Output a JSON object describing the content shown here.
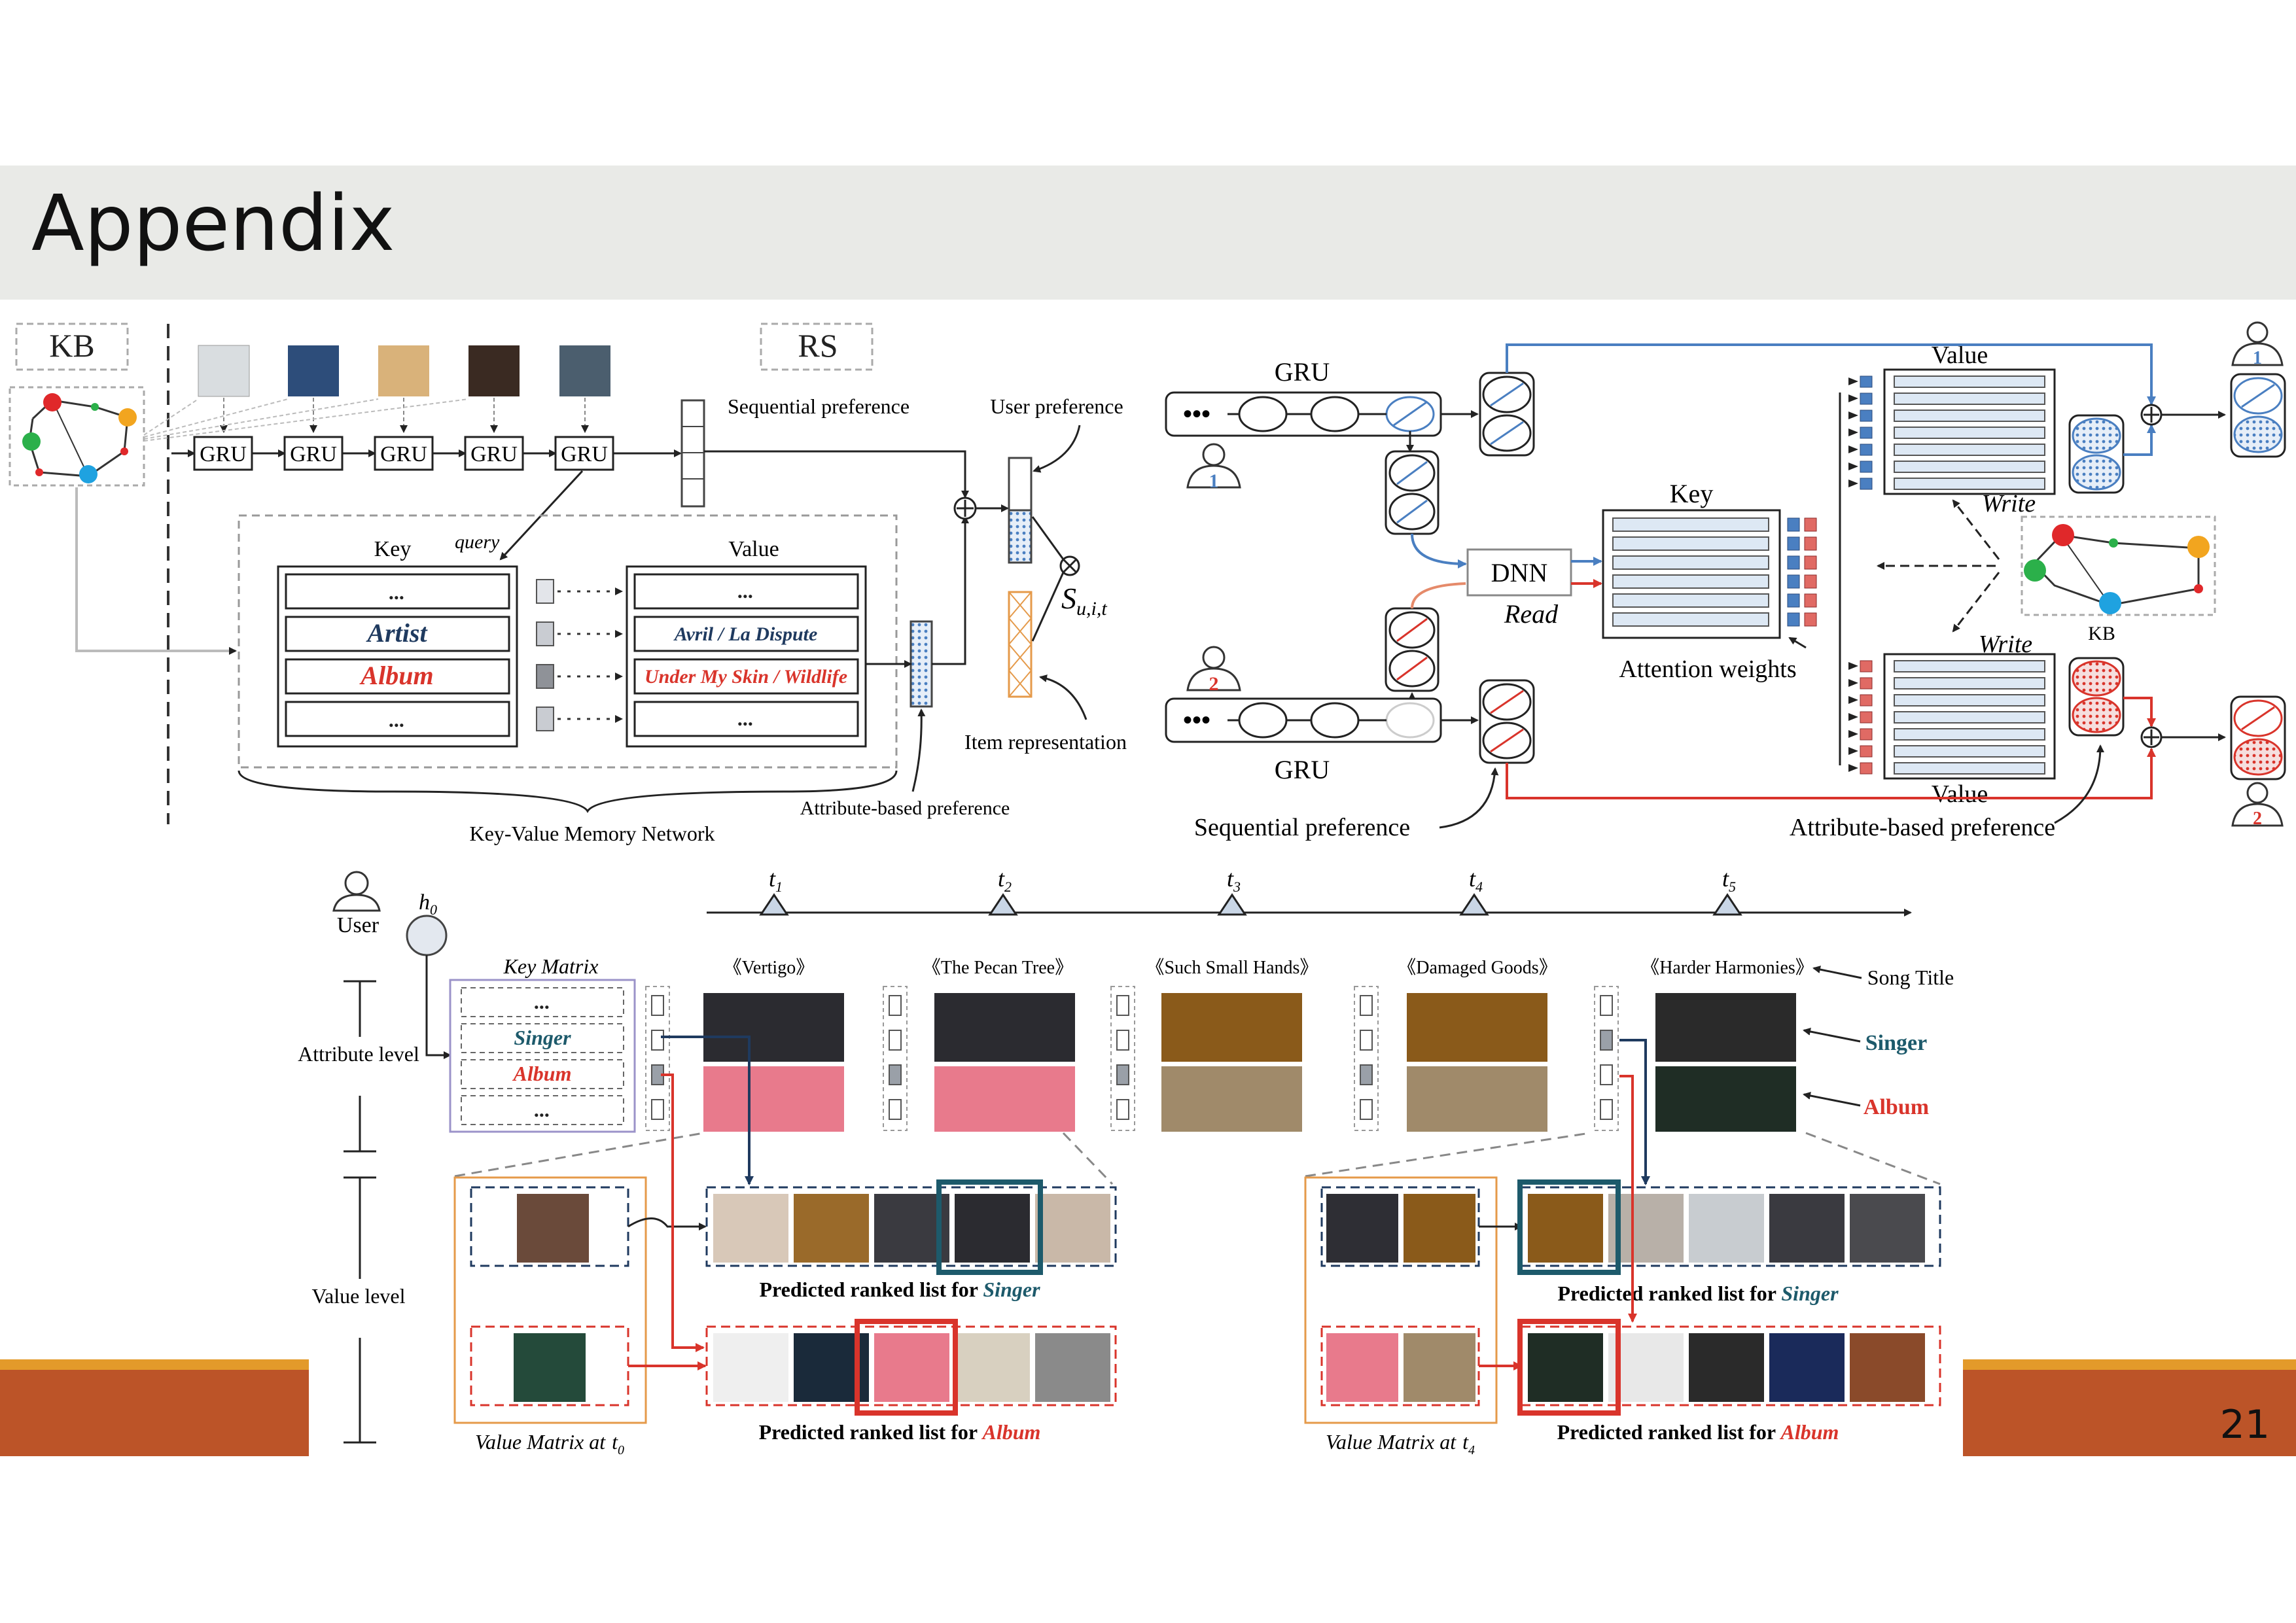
{
  "slide": {
    "title": "Appendix",
    "page_number": "21"
  },
  "colors": {
    "blue": "#4a7fc1",
    "red": "#d9342b",
    "navy": "#1f3a5f",
    "teal": "#1d5a6b",
    "orange": "#e59a4a",
    "band": "#e9eae7",
    "accent": "#bc5428"
  },
  "fig_a": {
    "kb_label": "KB",
    "rs_label": "RS",
    "gru": [
      "GRU",
      "GRU",
      "GRU",
      "GRU",
      "GRU"
    ],
    "sequential_preference": "Sequential preference",
    "user_preference": "User preference",
    "query": "query",
    "key_header": "Key",
    "value_header": "Value",
    "keys": [
      "...",
      "Artist",
      "Album",
      "..."
    ],
    "values": [
      "...",
      "Avril / La Dispute",
      "Under My Skin / Wildlife",
      "..."
    ],
    "item_representation": "Item representation",
    "attribute_based_preference": "Attribute-based preference",
    "kvmn_label": "Key-Value Memory Network",
    "score": "S",
    "score_subscript": "u,i,t"
  },
  "fig_b": {
    "gru_top": "GRU",
    "gru_bottom": "GRU",
    "user_one": "1",
    "user_two": "2",
    "dnn": "DNN",
    "read": "Read",
    "key_header": "Key",
    "attention_weights": "Attention weights",
    "value_top": "Value",
    "value_bottom": "Value",
    "write_top": "Write",
    "write_bottom": "Write",
    "kb": "KB",
    "sequential_preference": "Sequential preference",
    "attribute_based_preference": "Attribute-based preference"
  },
  "fig_c": {
    "user": "User",
    "h0": "h",
    "h0_sub": "0",
    "attribute_level": "Attribute level",
    "value_level": "Value level",
    "key_matrix": "Key Matrix",
    "key_rows": [
      "...",
      "Singer",
      "Album",
      "..."
    ],
    "timeline": [
      {
        "t": "t",
        "sub": "1",
        "song": "《Vertigo》"
      },
      {
        "t": "t",
        "sub": "2",
        "song": "《The Pecan Tree》"
      },
      {
        "t": "t",
        "sub": "3",
        "song": "《Such Small Hands》"
      },
      {
        "t": "t",
        "sub": "4",
        "song": "《Damaged Goods》"
      },
      {
        "t": "t",
        "sub": "5",
        "song": "《Harder Harmonies》"
      }
    ],
    "song_title": "Song Title",
    "singer": "Singer",
    "album": "Album",
    "value_matrix_t0": "Value Matrix at",
    "value_matrix_t0_sub": "0",
    "value_matrix_t4": "Value Matrix at",
    "value_matrix_t4_sub": "4",
    "predicted_singer": "Predicted ranked list for",
    "predicted_singer_em": "Singer",
    "predicted_album": "Predicted ranked list for",
    "predicted_album_em": "Album"
  }
}
